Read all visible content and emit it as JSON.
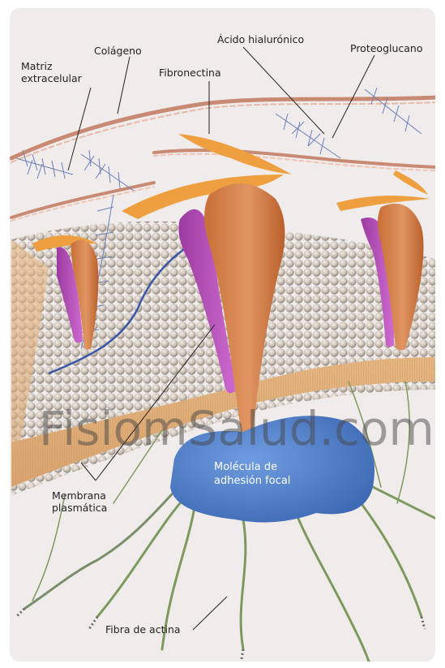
{
  "labels": {
    "matriz": "Matriz\nextracelular",
    "colageno": "Colágeno",
    "fibronectina": "Fibronectina",
    "acido": "Ácido hialurónico",
    "proteoglucano": "Proteoglucano",
    "membrana": "Membrana\nplasmática",
    "molecula": "Molécula de\nadhesión focal",
    "actina": "Fibra de actina"
  },
  "watermark": "FisiomSalud.com",
  "colors": {
    "background": "#f1ecec",
    "frame": "#ffffff",
    "membrane": "#e0b07e",
    "lipid_head": "#cfc5bb",
    "protein_body": "#d27c43",
    "protein_side": "#b84fb6",
    "fibronectin": "#eea040",
    "focal_adhesion": "#4f7dc8",
    "actin": "#7d9a5e",
    "collagen": "#d8a28e",
    "proteoglycan": "#5e76b4"
  }
}
